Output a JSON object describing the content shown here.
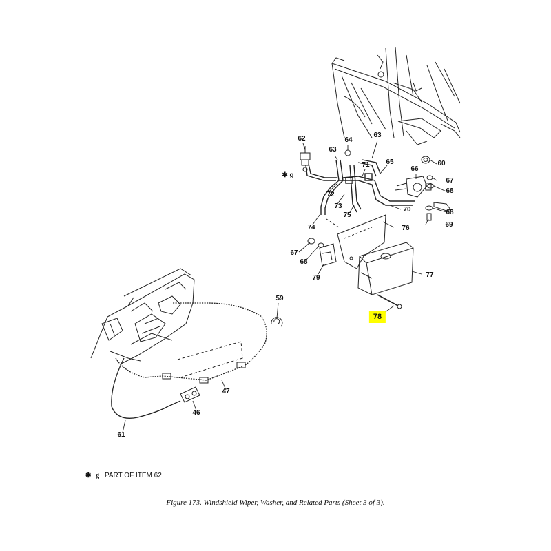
{
  "figure": {
    "caption": "Figure 173.  Windshield Wiper, Washer, and Related Parts (Sheet 3 of 3).",
    "footnote": {
      "symbol": "✱",
      "letter": "g",
      "text": "PART OF ITEM 62"
    },
    "highlight_color": "#ffff00",
    "callouts": [
      {
        "id": "c62",
        "label": "62"
      },
      {
        "id": "c64",
        "label": "64"
      },
      {
        "id": "c63a",
        "label": "63"
      },
      {
        "id": "c63b",
        "label": "63"
      },
      {
        "id": "c71",
        "label": "71"
      },
      {
        "id": "c65",
        "label": "65"
      },
      {
        "id": "c60",
        "label": "60"
      },
      {
        "id": "c66",
        "label": "66"
      },
      {
        "id": "c67a",
        "label": "67"
      },
      {
        "id": "c68a",
        "label": "68"
      },
      {
        "id": "c72",
        "label": "72"
      },
      {
        "id": "c73",
        "label": "73"
      },
      {
        "id": "c70",
        "label": "70"
      },
      {
        "id": "c75",
        "label": "75"
      },
      {
        "id": "c68b",
        "label": "68"
      },
      {
        "id": "c69",
        "label": "69"
      },
      {
        "id": "c74",
        "label": "74"
      },
      {
        "id": "c76",
        "label": "76"
      },
      {
        "id": "c67b",
        "label": "67"
      },
      {
        "id": "c68c",
        "label": "68"
      },
      {
        "id": "c77",
        "label": "77"
      },
      {
        "id": "c79",
        "label": "79"
      },
      {
        "id": "c59",
        "label": "59"
      },
      {
        "id": "c78",
        "label": "78",
        "highlighted": true
      },
      {
        "id": "c47",
        "label": "47"
      },
      {
        "id": "c46",
        "label": "46"
      },
      {
        "id": "c61",
        "label": "61"
      },
      {
        "id": "cg",
        "label": "✱ g"
      }
    ]
  }
}
